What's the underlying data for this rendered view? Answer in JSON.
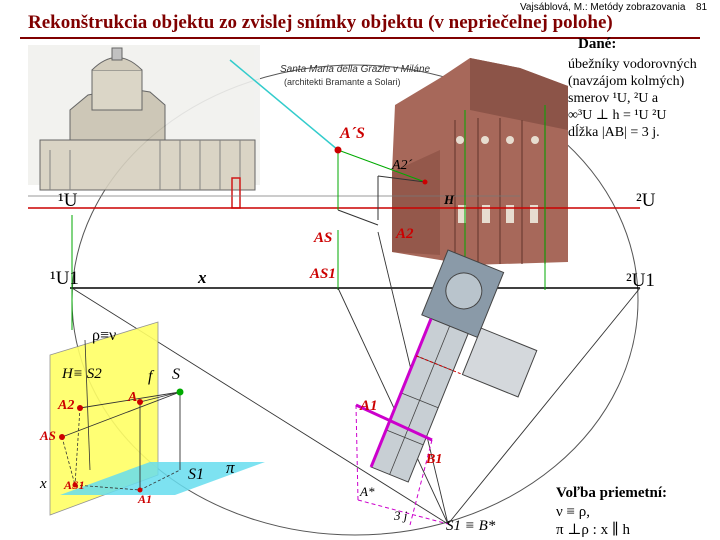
{
  "header": {
    "author": "Vajsáblová, M.: Metódy zobrazovania",
    "page": "81",
    "title": "Rekonštrukcia objektu zo zvislej snímky objektu (v nepriečelnej polohe)"
  },
  "given": {
    "title": "Dané:",
    "lines": [
      "úbežníky vodorovných",
      "(navzájom kolmých)",
      "smerov ¹U, ²U a",
      "∞³U ⊥ h = ¹U ²U",
      "dĺžka |AB| = 3 j."
    ]
  },
  "photo": {
    "caption1": "Santa Maria della Grazie v Miláne",
    "caption2": "(architekti Bramante a Solari)"
  },
  "labels": {
    "As_prime": "A´S",
    "A2_prime": "A2´",
    "U1_top": "¹U",
    "H": "H",
    "U2_top": "²U",
    "As": "AS",
    "A2": "A2",
    "U1_low": "¹U1",
    "x_upper": "x",
    "As1": "AS1",
    "U2_low": "²U1",
    "rho_nu": "ρ≡ν",
    "H_S2": "H≡ S2",
    "f": "f",
    "S": "S",
    "A2_small": "A2",
    "A_small": "A",
    "A1": "A1",
    "As_small": "AS",
    "B1": "B1",
    "x_lower": "x",
    "As1_small": "AS1",
    "A1_small": "A1",
    "S1": "S1",
    "pi": "π",
    "A_star": "A*",
    "three_j": "3 j",
    "S1_B": "S1 ≡ B*"
  },
  "choice": {
    "title": "Voľba priemetní:",
    "line1": "ν ≡ ρ,",
    "line2": "π ⊥ρ : x ∥ h"
  },
  "colors": {
    "title": "#800000",
    "horizon_red": "#cc0000",
    "construction_green": "#00aa00",
    "magenta": "#cc00cc",
    "cyan_line": "#33cccc",
    "plane_yellow": "#ffff66",
    "plane_cyan": "#66ddee"
  }
}
